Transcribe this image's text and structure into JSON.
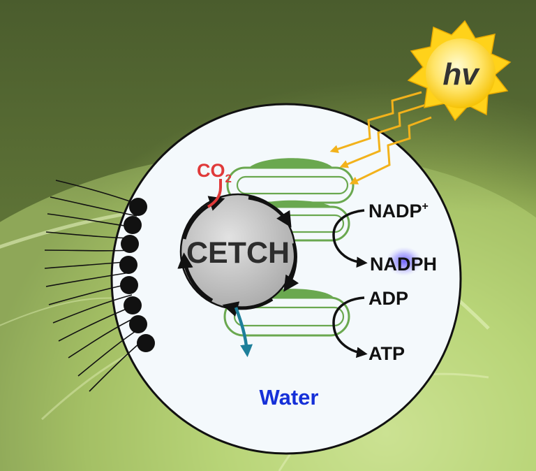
{
  "sun": {
    "label": "hv"
  },
  "inputs": {
    "co2_main": "CO",
    "co2_sub": "2"
  },
  "cycle": {
    "label": "CETCH"
  },
  "cofactors": {
    "nadp_main": "NADP",
    "nadp_sup": "+",
    "nadph": "NADPH",
    "adp": "ADP",
    "atp": "ATP"
  },
  "medium": {
    "label": "Water"
  },
  "colors": {
    "membrane_green": "#6aa84f",
    "co2_red": "#e03a3a",
    "water_blue": "#1530d8",
    "output_teal": "#1d7f9a",
    "light_ray": "#f2b21b",
    "nadph_glow": "#6a5cff",
    "sun_yellow": "#ffd21a"
  }
}
